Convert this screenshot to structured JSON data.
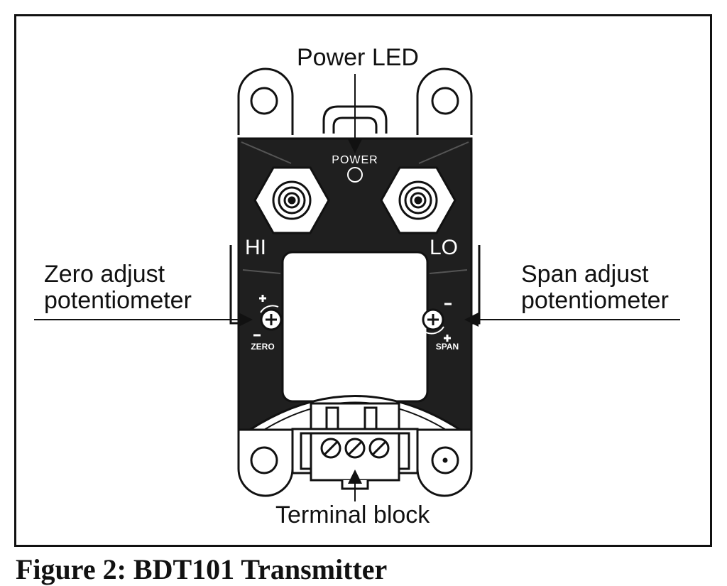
{
  "labels": {
    "power_led": "Power LED",
    "zero_line1": "Zero adjust",
    "zero_line2": "potentiometer",
    "span_line1": "Span adjust",
    "span_line2": "potentiometer",
    "terminal": "Terminal block"
  },
  "device_text": {
    "power": "POWER",
    "hi": "HI",
    "lo": "LO",
    "zero": "ZERO",
    "span": "SPAN"
  },
  "caption": "Figure 2: BDT101 Transmitter"
}
